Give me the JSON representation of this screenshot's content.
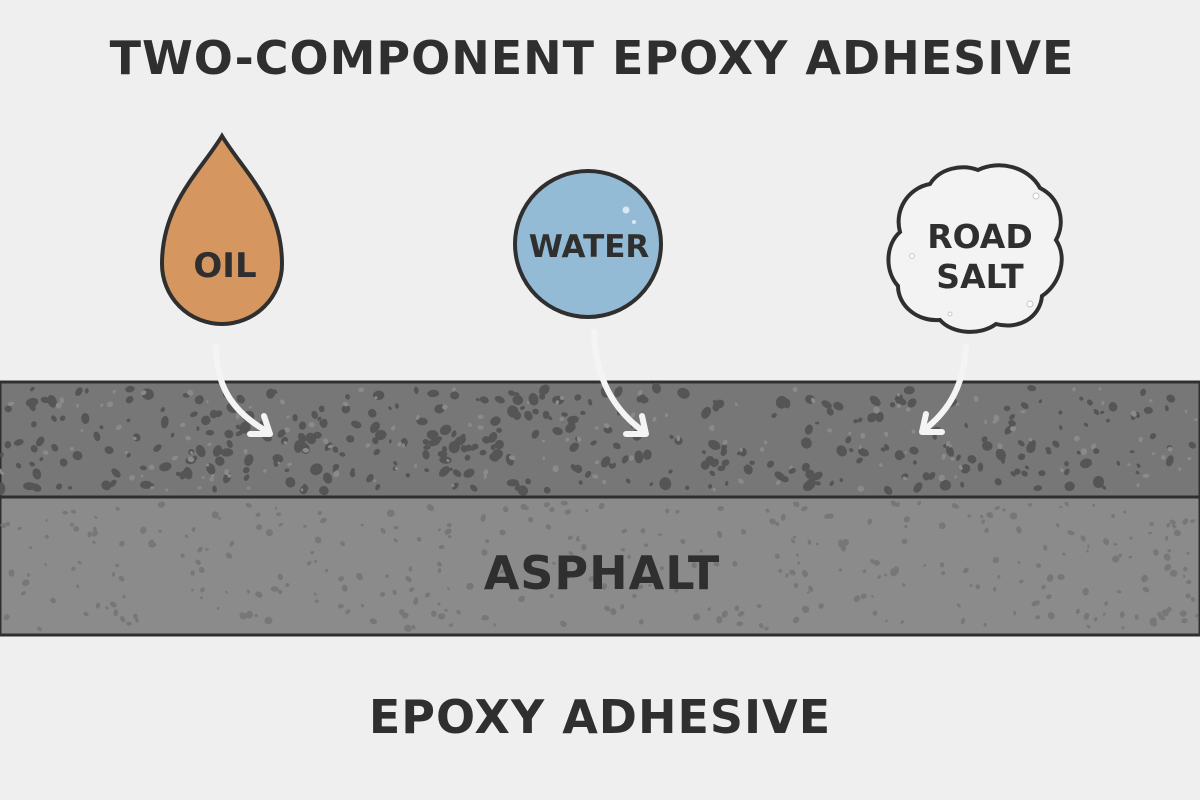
{
  "title": "TWO-COMPONENT EPOXY ADHESIVE",
  "contaminants": [
    {
      "id": "oil",
      "label": "OIL",
      "shape": "drop",
      "color": "#d69660"
    },
    {
      "id": "water",
      "label": "WATER",
      "shape": "circle",
      "color": "#94bbd6"
    },
    {
      "id": "road-salt",
      "label_lines": [
        "ROAD",
        "SALT"
      ],
      "shape": "blob",
      "color": "#f3f3f3"
    }
  ],
  "layers": {
    "top_color": "#777777",
    "asphalt_label": "ASPHALT",
    "asphalt_color": "#8b8b8b"
  },
  "bottom_label": "EPOXY ADHESIVE",
  "colors": {
    "background": "#efefef",
    "ink": "#2f2f2f",
    "arrow": "#f4f4f4"
  }
}
